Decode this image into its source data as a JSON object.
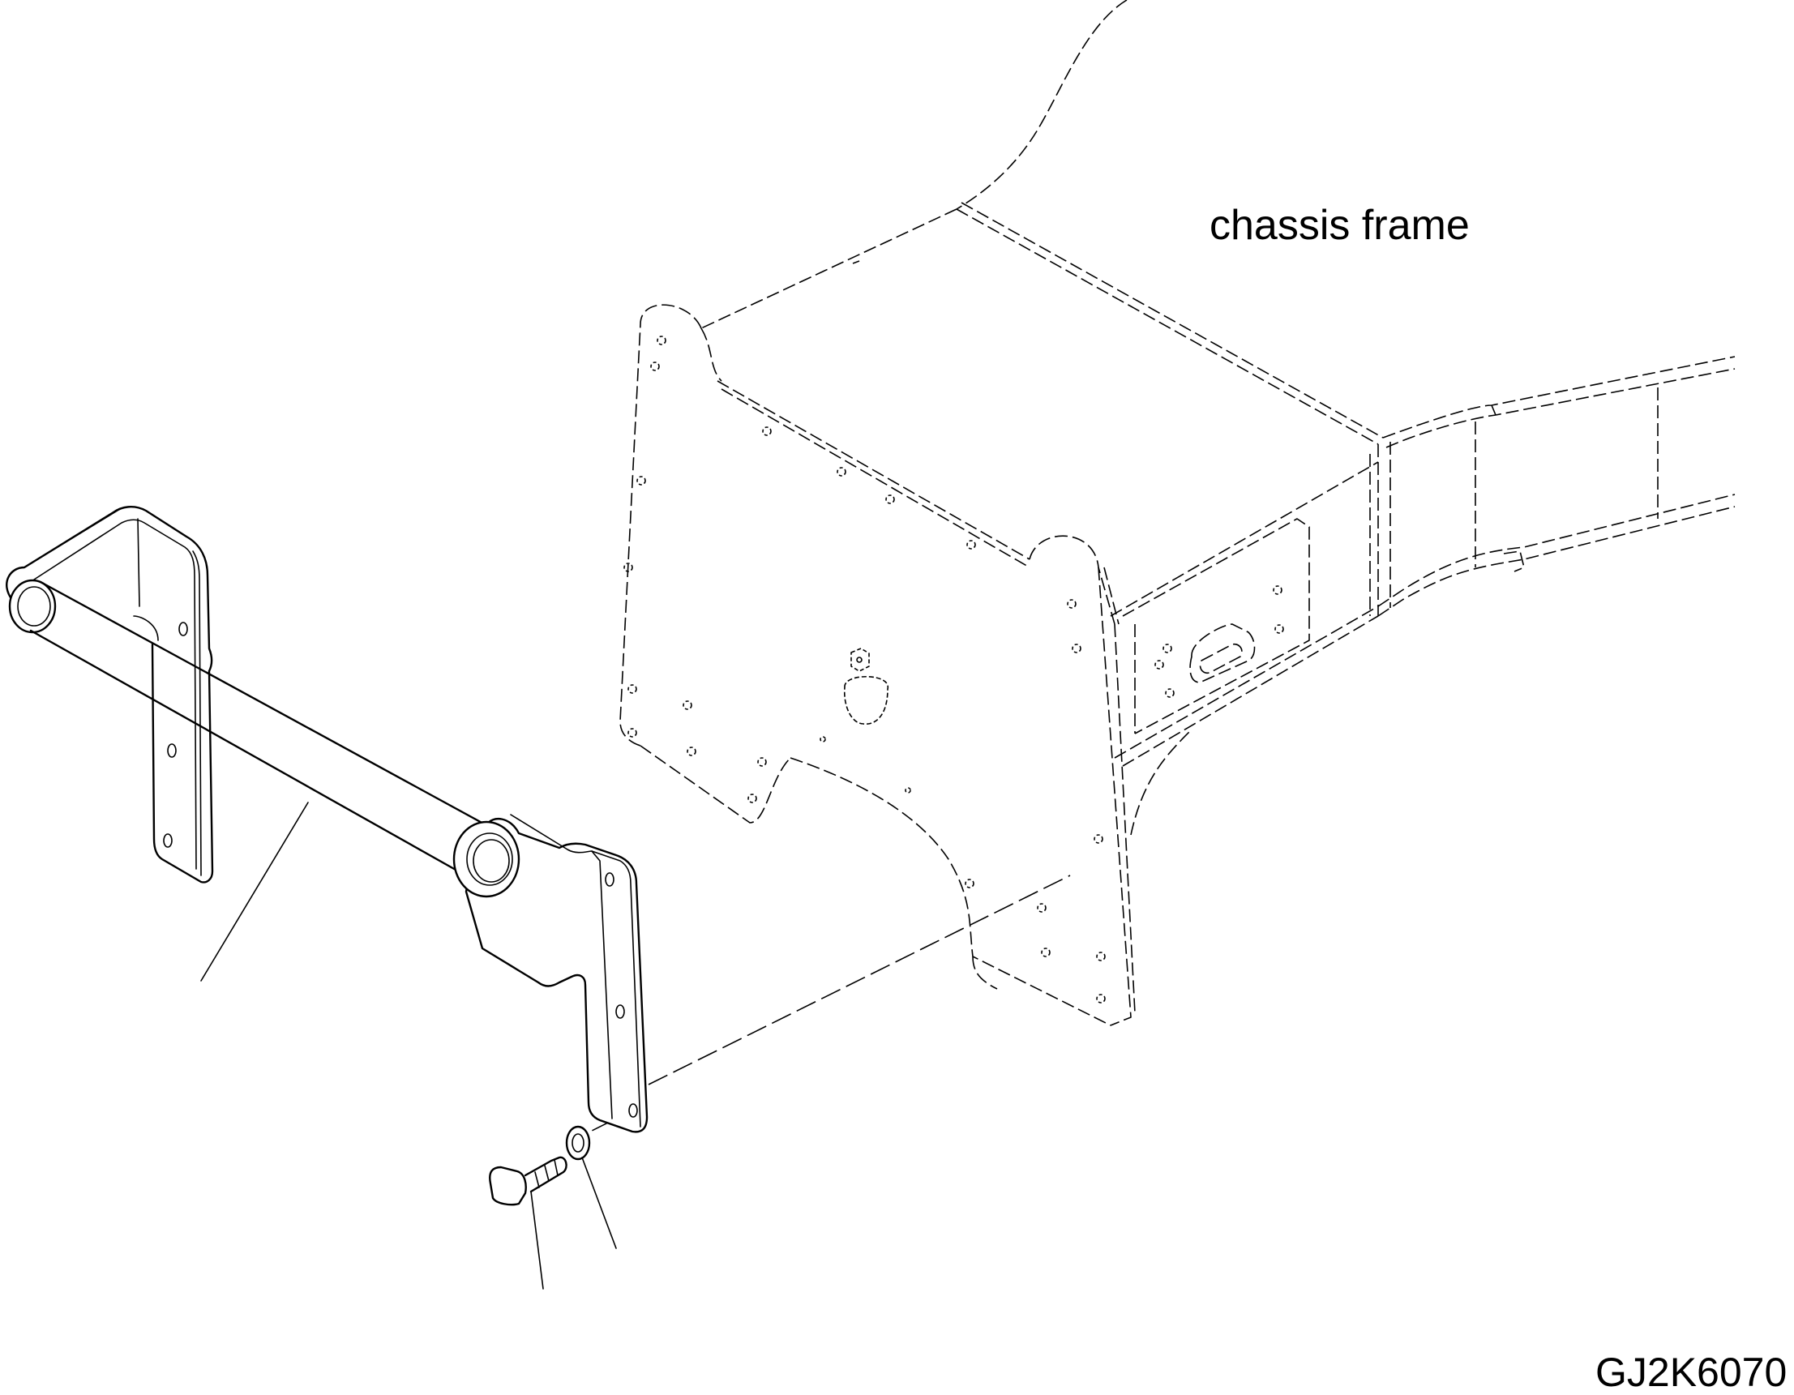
{
  "labels": {
    "chassis_frame": "chassis frame",
    "drawing_code": "GJ2K6070"
  },
  "parts": [
    "chassis-frame",
    "guard-bar-assembly",
    "bolt",
    "washer"
  ],
  "colors": {
    "line": "#000000",
    "background": "#ffffff"
  }
}
